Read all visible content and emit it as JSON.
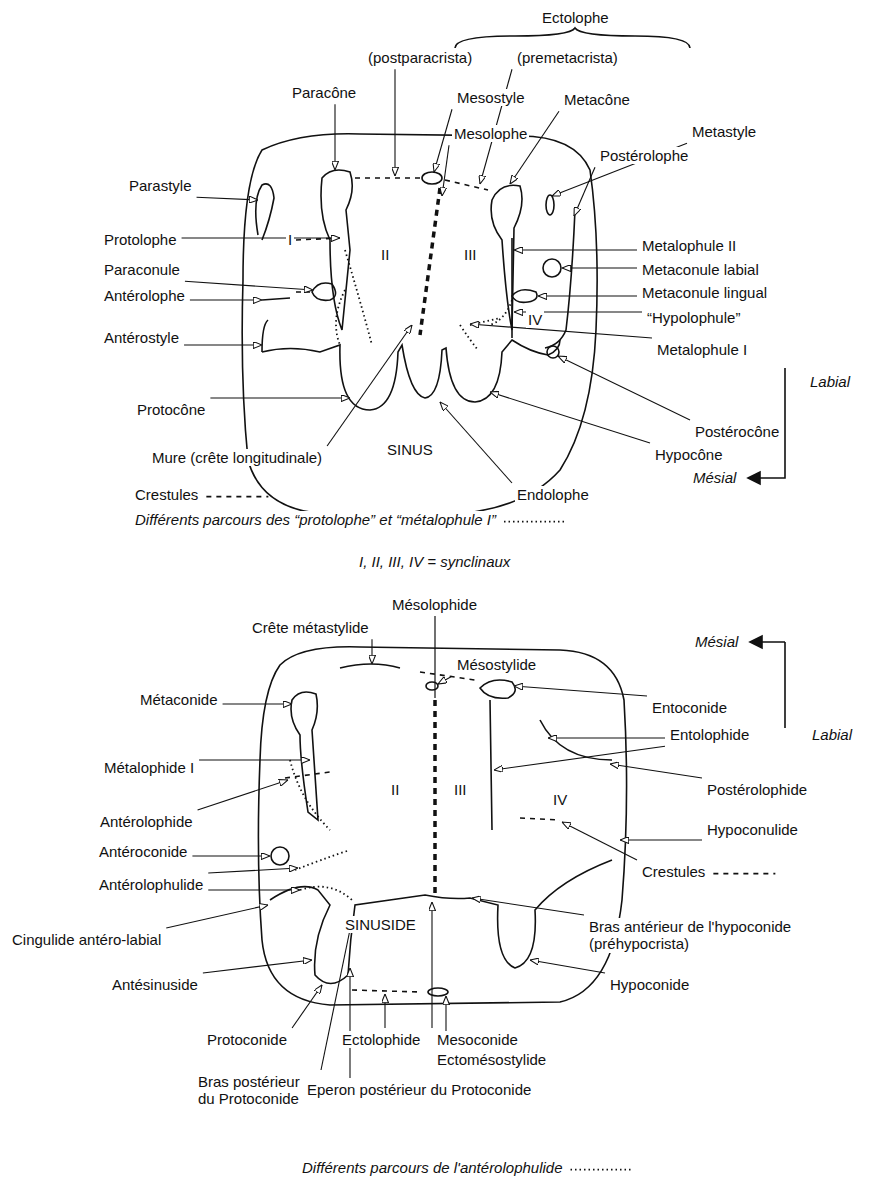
{
  "diagram": {
    "labels": [
      "Ectolophe",
      "(postparacrista)",
      "(premetacrista)",
      "Paracône",
      "Mesostyle",
      "Metacône",
      "Metastyle",
      "Parastyle",
      "Mesolophe",
      "Postérolophe",
      "Protolophe",
      "Metalophule II",
      "Paraconule",
      "Metaconule labial",
      "Metaconule lingual",
      "Antérolophe",
      "“Hypolophule”",
      "Antérostyle",
      "Metalophule I",
      "I",
      "II",
      "III",
      "IV",
      "Labial",
      "Protocône",
      "Postérocône",
      "Mure (crête longitudinale)",
      "SINUS",
      "Hypocône",
      "Mésial",
      "Endolophe",
      "I, II, III, IV = synclinaux",
      "Mésolophide",
      "Mésial",
      "Crête métastylide",
      "Mésostylide",
      "Métaconide",
      "Entoconide",
      "Labial",
      "Entolophide",
      "II",
      "III",
      "IV",
      "Métalophide I",
      "Postérolophide",
      "Antérolophide",
      "Hypoconulide",
      "Antéroconide",
      "Antérolophulide",
      "Bras antérieur de l'hypoconide (préhypocrista)",
      "Cingulide antéro-labial",
      "SINUSIDE",
      "Hypoconide",
      "Antésinuside",
      "Protoconide",
      "Ectolophide",
      "Mesoconide",
      "Ectomésostylide",
      "Bras postérieur du Protoconide",
      "Eperon postérieur du Protoconide"
    ],
    "legend": [
      {
        "text": "Crestules"
      },
      {
        "text": "Différents parcours des “protolophe” et “métalophule I”"
      },
      {
        "text": "Crestules"
      },
      {
        "text": "Différents parcours de l'antérolophulide"
      }
    ]
  }
}
